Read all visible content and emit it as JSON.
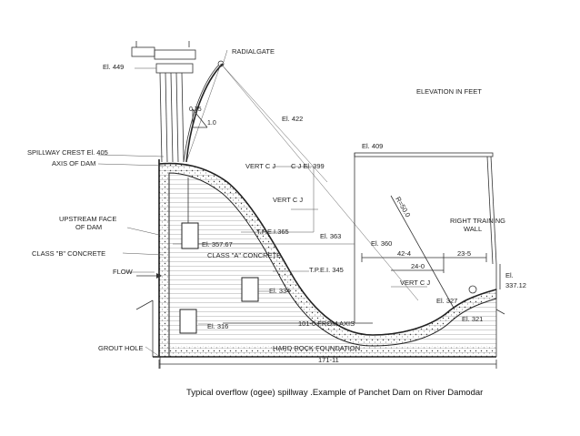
{
  "caption": "Typical overflow (ogee) spillway .Example of Panchet Dam on River Damodar",
  "legend_note": "ELEVATION IN FEET",
  "labels": {
    "radial_gate": "RADIALGATE",
    "el_449": "El. 449",
    "el_422": "El. 422",
    "ratio_top": "0.75",
    "ratio_bottom": "1.0",
    "spillway_crest": "SPILLWAY CREST El. 405",
    "axis_of_dam": "AXIS OF DAM",
    "vert_cj_1": "VERT  C  J",
    "cj_el_399": "C J El. 399",
    "el_409": "El. 409",
    "r_radius": "R=50.0",
    "vert_cj_2": "VERT  C  J",
    "upstream_face_1": "UPSTREAM FACE",
    "upstream_face_2": "OF DAM",
    "tpei_365": "T.P.E.I.365",
    "el_363": "El. 363",
    "right_training_1": "RIGHT TRAINING",
    "right_training_2": "WALL",
    "el_357": "El. 357.67",
    "el_360": "El. 360",
    "class_b": "CLASS \"B\" CONCRETE",
    "class_a": "CLASS \"A\" CONCRETE",
    "dim_42_4": "42-4",
    "dim_23_5": "23-5",
    "flow": "FLOW",
    "tpei_345": "T.P.E.I. 345",
    "dim_24_0": "24-0",
    "el_337_1": "El.",
    "el_337_2": "337.12",
    "vert_cj_3": "VERT  C  J",
    "el_334": "El. 334",
    "el_327": "El. 327",
    "el_321": "El. 321",
    "el_316": "El. 316",
    "dim_101": "101-0 FROM AXIS",
    "grout_hole": "GROUT HOLE",
    "hard_rock": "HARD ROCK FOUNDATION",
    "dim_171": "171-11"
  }
}
